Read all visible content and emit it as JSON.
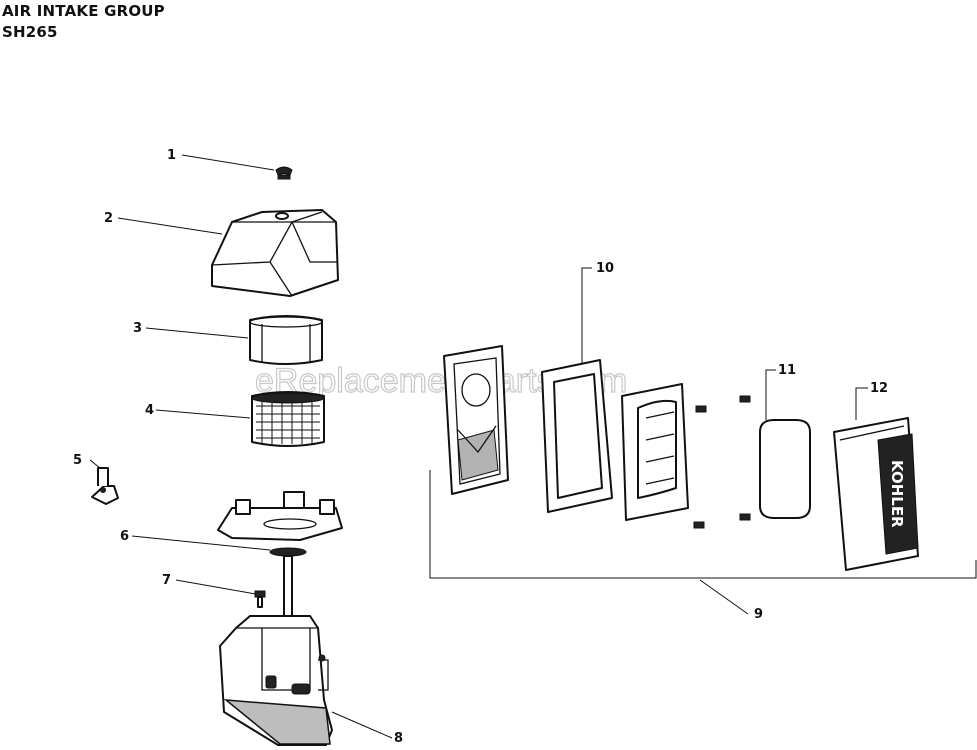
{
  "header": {
    "title": "AIR INTAKE GROUP",
    "model": "SH265"
  },
  "watermark": "eReplacementParts.com",
  "brand_logo": "KOHLER",
  "callouts": [
    "1",
    "2",
    "3",
    "4",
    "5",
    "6",
    "7",
    "8",
    "9",
    "10",
    "11",
    "12"
  ]
}
